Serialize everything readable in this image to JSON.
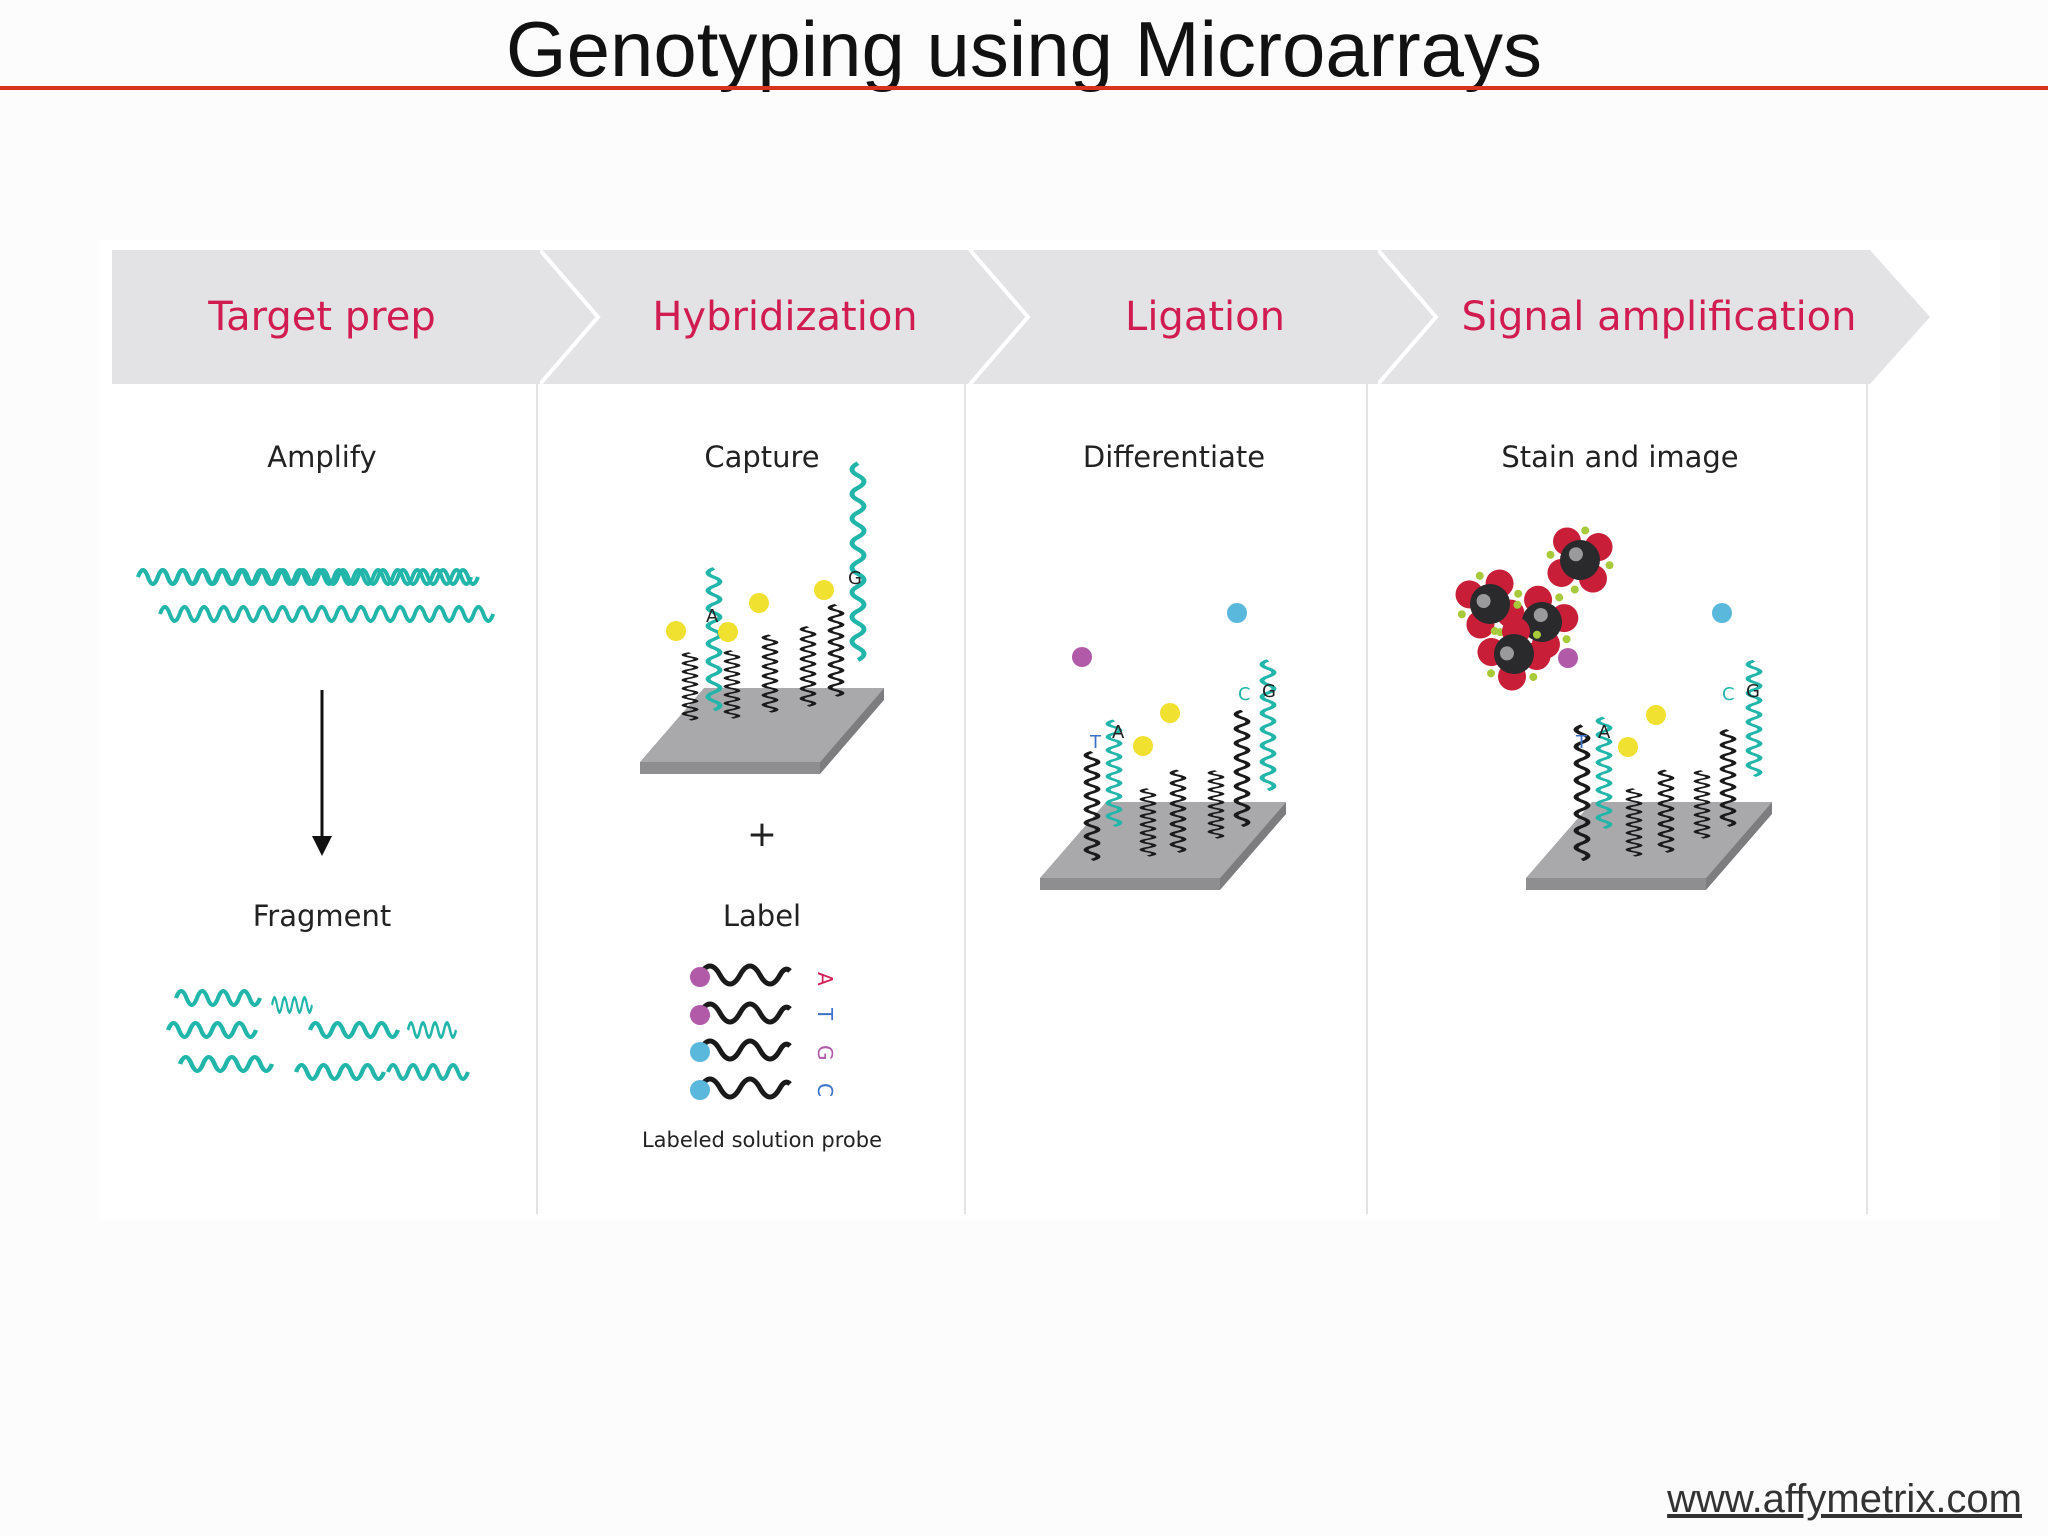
{
  "slide": {
    "title": "Genotyping using Microarrays",
    "source_url": "www.affymetrix.com"
  },
  "colors": {
    "title_rule": "#d8331f",
    "stage_header_fill": "#e3e3e5",
    "stage_label": "#d11c52",
    "target_strand": "#22b5aa",
    "probe_strand": "#1a1a1a",
    "chip": "#a9a9ab",
    "label_magenta": "#b05aa8",
    "label_cyan": "#5ab8dd",
    "label_yellow": "#f0e030",
    "stain_red": "#c81e38"
  },
  "stages": [
    {
      "label": "Target prep",
      "steps": [
        "Amplify",
        "Fragment"
      ]
    },
    {
      "label": "Hybridization",
      "steps": [
        "Capture",
        "+",
        "Label"
      ],
      "caption": "Labeled solution probe",
      "probe_bases": [
        "A",
        "T",
        "G",
        "C"
      ],
      "capture_bases": [
        "A",
        "G"
      ]
    },
    {
      "label": "Ligation",
      "steps": [
        "Differentiate"
      ],
      "bases": [
        "T",
        "A",
        "C",
        "G"
      ]
    },
    {
      "label": "Signal amplification",
      "steps": [
        "Stain and image"
      ],
      "bases": [
        "T",
        "A",
        "C",
        "G"
      ]
    }
  ]
}
